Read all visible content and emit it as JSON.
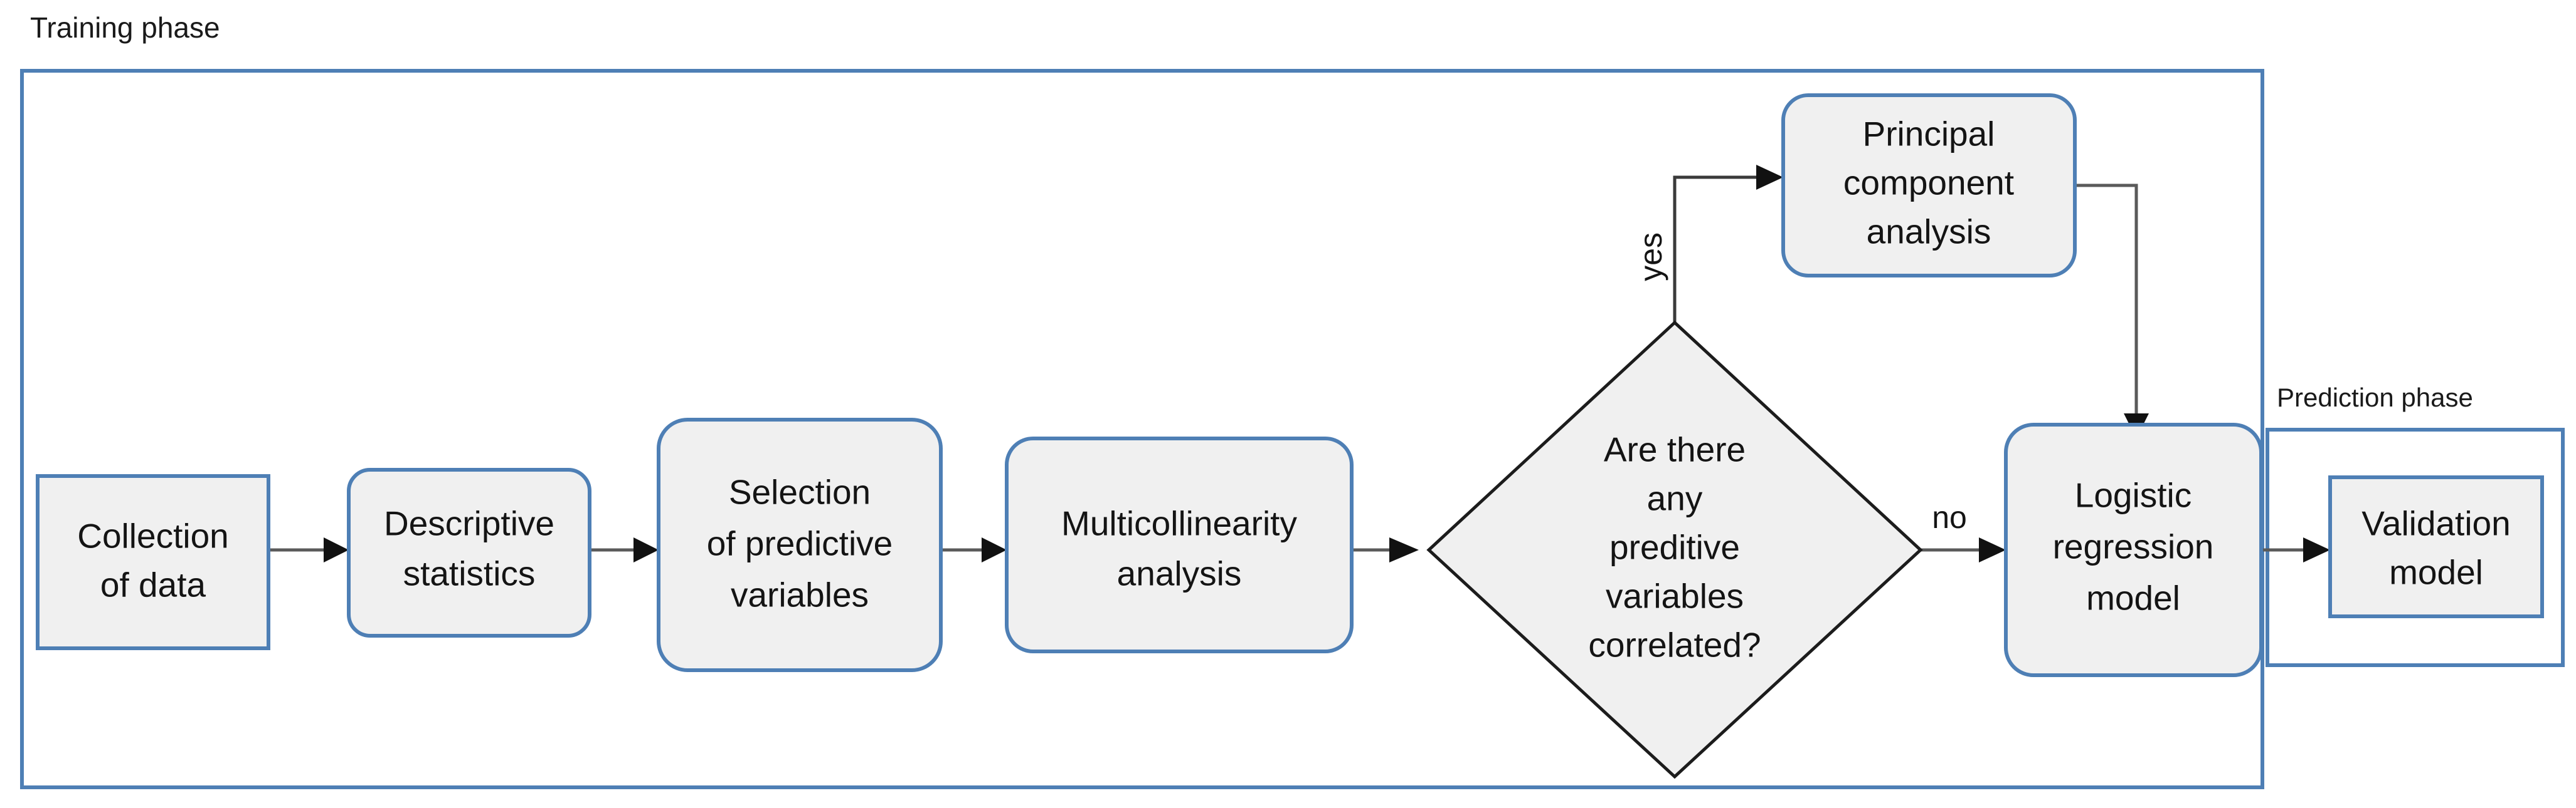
{
  "diagram": {
    "title_visible": false,
    "phases": [
      {
        "id": "training",
        "label": "Training phase"
      },
      {
        "id": "prediction",
        "label": "Prediction phase"
      }
    ],
    "nodes": [
      {
        "id": "collection",
        "shape": "rect",
        "lines": [
          "Collection",
          "of  data"
        ]
      },
      {
        "id": "descriptive",
        "shape": "rounded-rect",
        "lines": [
          "Descriptive",
          "statistics"
        ]
      },
      {
        "id": "selection",
        "shape": "rounded-rect",
        "lines": [
          "Selection",
          "of predictive",
          "variables"
        ]
      },
      {
        "id": "multicollinearity",
        "shape": "rounded-rect",
        "lines": [
          "Multicollinearity",
          "analysis"
        ]
      },
      {
        "id": "decision",
        "shape": "diamond",
        "lines": [
          "Are there",
          "any",
          "preditive",
          "variables",
          "correlated?"
        ]
      },
      {
        "id": "pca",
        "shape": "rounded-rect",
        "lines": [
          "Principal",
          "component",
          "analysis"
        ]
      },
      {
        "id": "logistic",
        "shape": "rounded-rect",
        "lines": [
          "Logistic",
          "regression",
          "model"
        ]
      },
      {
        "id": "validation",
        "shape": "rect",
        "lines": [
          "Validation",
          "model"
        ]
      }
    ],
    "edge_labels": {
      "yes": "yes",
      "no": "no"
    },
    "colors": {
      "node_border": "#4E7FB5",
      "node_fill": "#F0F0F0",
      "frame_border": "#4E7FB5",
      "decision_border": "#1C1C1C",
      "edge": "#5A5A5A",
      "text": "#141414",
      "background": "#FFFFFF"
    }
  }
}
